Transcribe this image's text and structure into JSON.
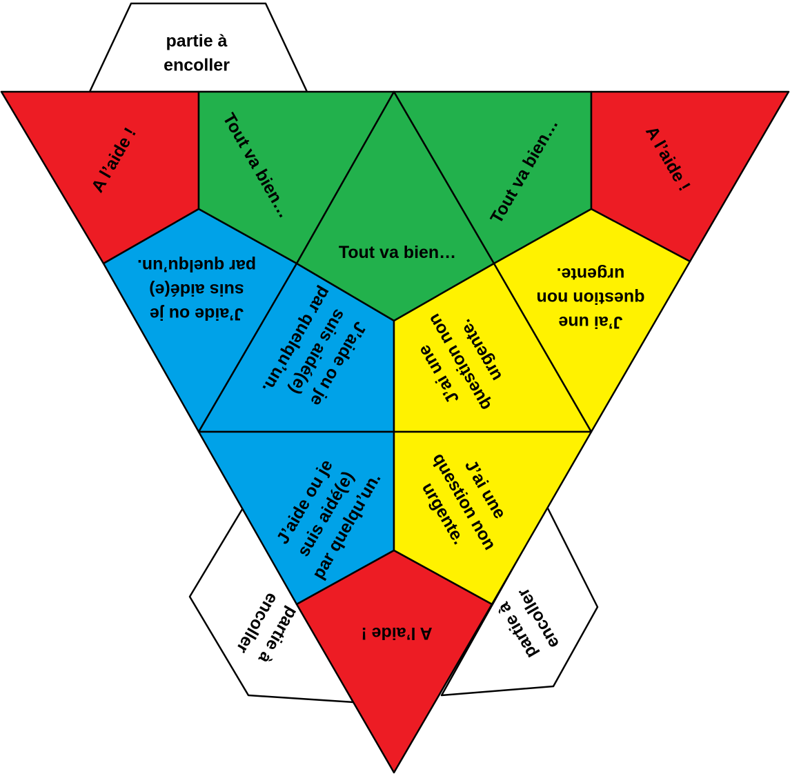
{
  "colors": {
    "red": "#ed1c24",
    "green": "#22b14c",
    "blue": "#00a2e8",
    "yellow": "#fff200",
    "tab": "#ffffff",
    "line": "#000000"
  },
  "tabs": {
    "top": {
      "lines": [
        "partie à",
        "encoller"
      ]
    },
    "bottom_left": {
      "lines": [
        "partie à",
        "encoller"
      ]
    },
    "bottom_right": {
      "lines": [
        "partie à",
        "encoller"
      ]
    }
  },
  "faces": {
    "red_top_left": {
      "color": "red",
      "lines": [
        "A l’aide !"
      ]
    },
    "green_top_left": {
      "color": "green",
      "lines": [
        "Tout va bien…"
      ]
    },
    "green_center": {
      "color": "green",
      "lines": [
        "Tout va bien…"
      ]
    },
    "green_top_right": {
      "color": "green",
      "lines": [
        "Tout va bien…"
      ]
    },
    "red_top_right": {
      "color": "red",
      "lines": [
        "A l’aide !"
      ]
    },
    "blue_left": {
      "color": "blue",
      "lines": [
        "J’aide ou je",
        "suis aidé(e)",
        "par quelqu’un."
      ]
    },
    "blue_center": {
      "color": "blue",
      "lines": [
        "J’aide ou je",
        "suis aidé(e)",
        "par quelqu’un."
      ]
    },
    "yellow_center": {
      "color": "yellow",
      "lines": [
        "J’ai une",
        "question non",
        "urgente."
      ]
    },
    "yellow_right": {
      "color": "yellow",
      "lines": [
        "J’ai une",
        "question non",
        "urgente."
      ]
    },
    "blue_bottom": {
      "color": "blue",
      "lines": [
        "J’aide ou je",
        "suis aidé(e)",
        "par quelqu’un."
      ]
    },
    "yellow_bottom": {
      "color": "yellow",
      "lines": [
        "J’ai une",
        "question non",
        "urgente."
      ]
    },
    "red_bottom": {
      "color": "red",
      "lines": [
        "A l’aide !"
      ]
    }
  }
}
